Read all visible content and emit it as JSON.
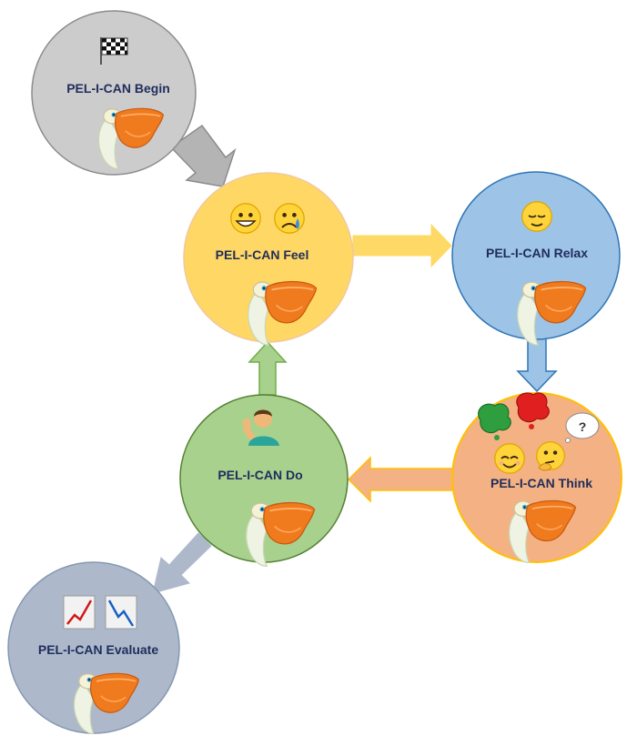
{
  "nodes": {
    "begin": {
      "label": "PEL-I-CAN Begin",
      "icon": "checkered-flag-icon",
      "fill": "#cccccc",
      "stroke": "#8c8c8c"
    },
    "feel": {
      "label": "PEL-I-CAN Feel",
      "icon": "grinning-and-crying-face-icons",
      "fill": "#ffd764",
      "stroke": "#f0c8a0"
    },
    "relax": {
      "label": "PEL-I-CAN Relax",
      "icon": "relieved-face-icon",
      "fill": "#9dc3e6",
      "stroke": "#2e75b6"
    },
    "think": {
      "label": "PEL-I-CAN Think",
      "icon": "thought-bubbles-and-thinking-face-icons",
      "fill": "#f4b183",
      "stroke": "#ffc000"
    },
    "do": {
      "label": "PEL-I-CAN Do",
      "icon": "person-raising-hand-icon",
      "fill": "#a9d18e",
      "stroke": "#548235"
    },
    "evaluate": {
      "label": "PEL-I-CAN Evaluate",
      "icon": "chart-increasing-and-decreasing-icons",
      "fill": "#adb9ca",
      "stroke": "#8497b0"
    }
  },
  "think_bubble_text": "?",
  "mascot": {
    "name": "pelican-icon",
    "beak_color": "#f07a1e",
    "head_color": "#f4f0d0"
  },
  "arrows": {
    "begin_to_feel": {
      "fill": "#b4b4b4",
      "stroke": "#8c8c8c"
    },
    "feel_to_relax": {
      "fill": "#ffd966",
      "stroke": "#ffd966"
    },
    "relax_to_think": {
      "fill": "#9dc3e6",
      "stroke": "#2e75b6"
    },
    "think_to_do": {
      "fill": "#f4b183",
      "stroke": "#ffc000"
    },
    "do_to_feel": {
      "fill": "#a9d18e",
      "stroke": "#70ad47"
    },
    "do_to_evaluate": {
      "fill": "#adb9ca",
      "stroke": "#adb9ca"
    }
  }
}
